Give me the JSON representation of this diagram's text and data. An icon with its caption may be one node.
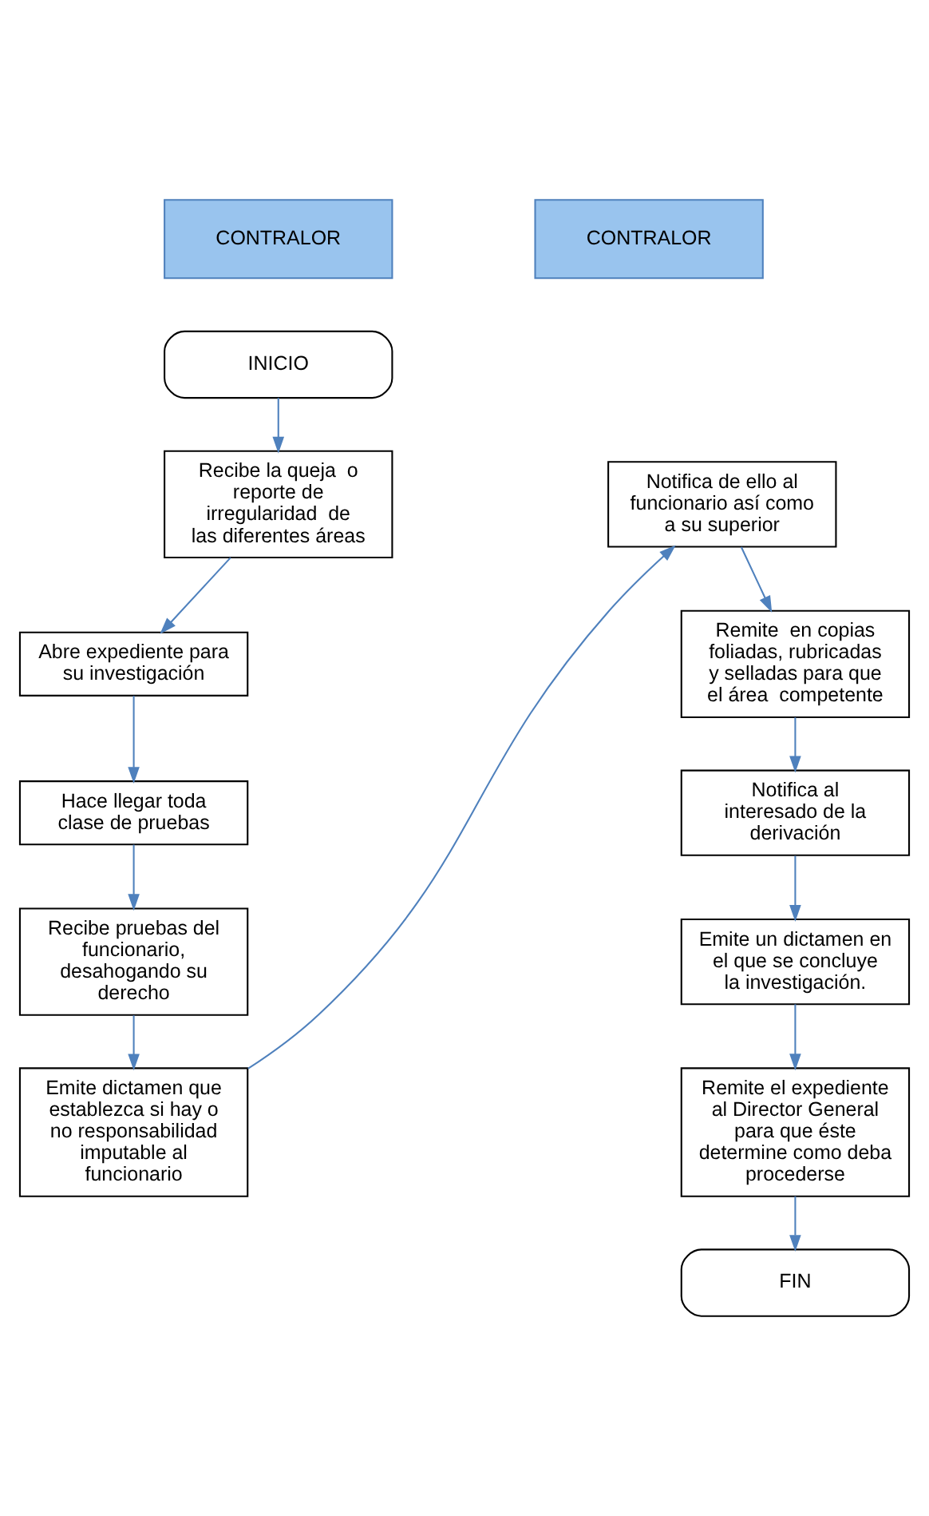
{
  "diagram": {
    "nodes": [
      {
        "text": [
          "CONTRALOR"
        ]
      },
      {
        "text": [
          "CONTRALOR"
        ]
      },
      {
        "text": [
          "INICIO"
        ]
      },
      {
        "text": [
          "Recibe la queja  o reporte de irregularidad  de las diferentes áreas"
        ]
      },
      {
        "text": [
          "Abre expediente para su investigación"
        ]
      },
      {
        "text": [
          "Hace llegar toda clase de pruebas"
        ]
      },
      {
        "text": [
          "Recibe pruebas del funcionario, desahogando su derecho"
        ]
      },
      {
        "text": [
          "Emite dictamen que establezca si hay o no responsabilidad imputable al funcionario"
        ]
      },
      {
        "text": [
          "Notifica de ello al funcionario así como a su superior"
        ]
      },
      {
        "text": [
          "Remite  en copias foliadas, rubricadas y selladas para que el área  competente"
        ]
      },
      {
        "text": [
          "Notifica al interesado de la derivación"
        ]
      },
      {
        "text": [
          "Emite un dictamen en el que se concluye la investigación."
        ]
      },
      {
        "text": [
          "Remite el expediente al Director General para que éste determine como deba procederse"
        ]
      },
      {
        "text": [
          "FIN"
        ]
      }
    ],
    "edges": [
      {
        "from": 2,
        "to": 3,
        "arrow": "to"
      },
      {
        "from": 3,
        "to": 4,
        "arrow": "to"
      },
      {
        "from": 4,
        "to": 5,
        "arrow": "to"
      },
      {
        "from": 5,
        "to": 6,
        "arrow": "to"
      },
      {
        "from": 6,
        "to": 7,
        "arrow": "to"
      },
      {
        "from": 7,
        "to": 8,
        "arrow": "to"
      },
      {
        "from": 8,
        "to": 9,
        "arrow": "to"
      },
      {
        "from": 9,
        "to": 10,
        "arrow": "to"
      },
      {
        "from": 10,
        "to": 11,
        "arrow": "to"
      },
      {
        "from": 11,
        "to": 12,
        "arrow": "to"
      },
      {
        "from": 12,
        "to": 13,
        "arrow": "to"
      }
    ]
  }
}
